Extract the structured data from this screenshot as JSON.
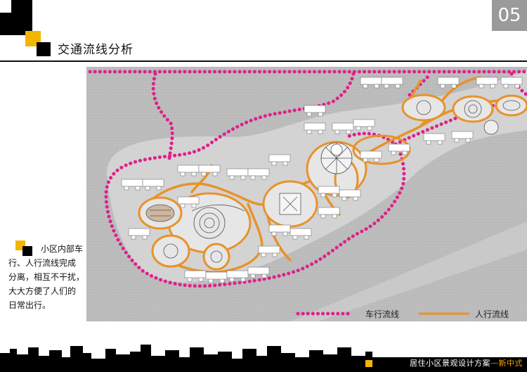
{
  "page_number": "05",
  "title": "交通流线分析",
  "description_lines": [
    "小区内部车",
    "行、人行流线完成",
    "分离，相互不干扰，",
    "大大方便了人们的",
    "日常出行。"
  ],
  "legend": {
    "vehicle_label": "车行流线",
    "pedestrian_label": "人行流线",
    "vehicle_color": "#e0208a",
    "pedestrian_color": "#e8922a"
  },
  "footer": {
    "title": "居住小区景观设计方案",
    "dash": "—",
    "style": "新中式"
  },
  "colors": {
    "accent_yellow": "#f2b600",
    "map_ground": "#bdbdbd",
    "site_ground": "#d8d8d8"
  }
}
